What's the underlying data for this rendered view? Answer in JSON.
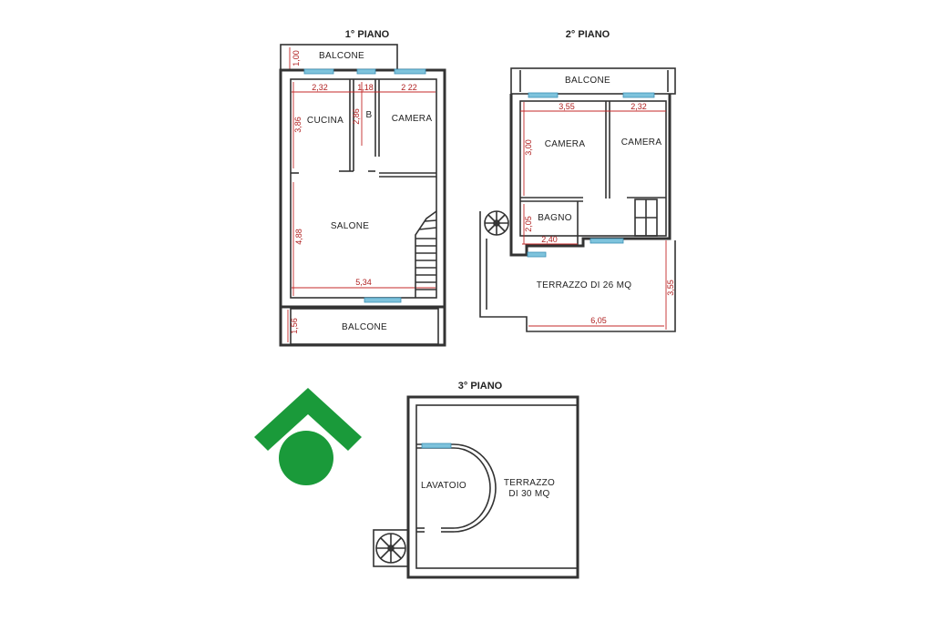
{
  "floors": {
    "first": {
      "title": "1° PIANO",
      "rooms": {
        "balcone_top": "BALCONE",
        "cucina": "CUCINA",
        "bagno": "B",
        "camera": "CAMERA",
        "salone": "SALONE",
        "balcone_bottom": "BALCONE"
      },
      "dims": {
        "d_100": "1,00",
        "d_232": "2,32",
        "d_118": "1,18",
        "d_222": "2 22",
        "d_386": "3,86",
        "d_286": "2,86",
        "d_488": "4,88",
        "d_534": "5,34",
        "d_156": "1,56"
      }
    },
    "second": {
      "title": "2° PIANO",
      "rooms": {
        "balcone": "BALCONE",
        "camera_left": "CAMERA",
        "camera_right": "CAMERA",
        "bagno": "BAGNO",
        "terrazzo": "TERRAZZO DI 26 MQ"
      },
      "dims": {
        "d_355": "3,55",
        "d_232": "2,32",
        "d_300": "3,00",
        "d_205": "2,05",
        "d_240": "2,40",
        "d_355_right": "3,55",
        "d_605": "6,05"
      }
    },
    "third": {
      "title": "3° PIANO",
      "rooms": {
        "lavatoio": "LAVATOIO",
        "terrazzo_line1": "TERRAZZO",
        "terrazzo_line2": "DI 30 MQ"
      }
    }
  },
  "logo": {
    "color": "#1a9a3a"
  }
}
